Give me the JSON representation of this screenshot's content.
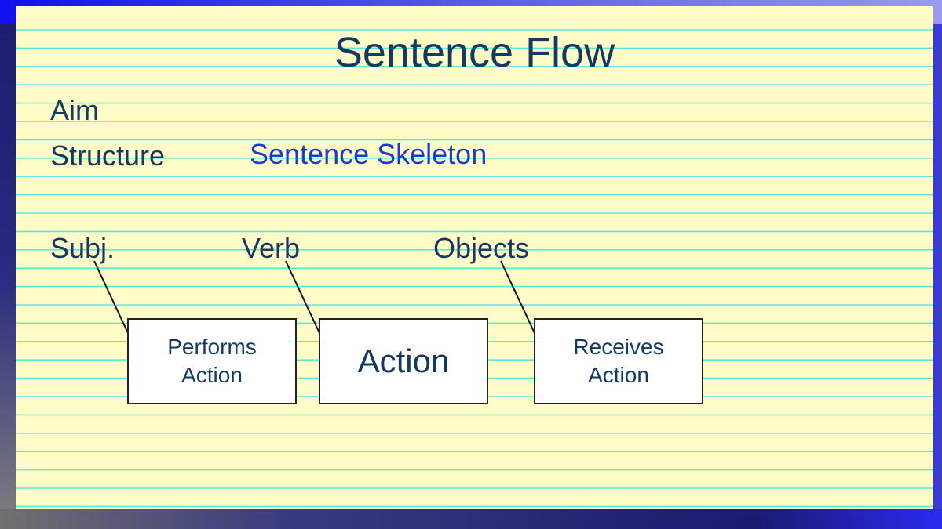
{
  "slide": {
    "title": "Sentence Flow",
    "aim_label": "Aim",
    "structure_label": "Structure",
    "structure_value": "Sentence Skeleton",
    "parts": [
      {
        "label": "Subj.",
        "box_line1": "Performs",
        "box_line2": "Action"
      },
      {
        "label": "Verb",
        "box_text": "Action"
      },
      {
        "label": "Objects",
        "box_line1": "Receives",
        "box_line2": "Action"
      }
    ]
  }
}
